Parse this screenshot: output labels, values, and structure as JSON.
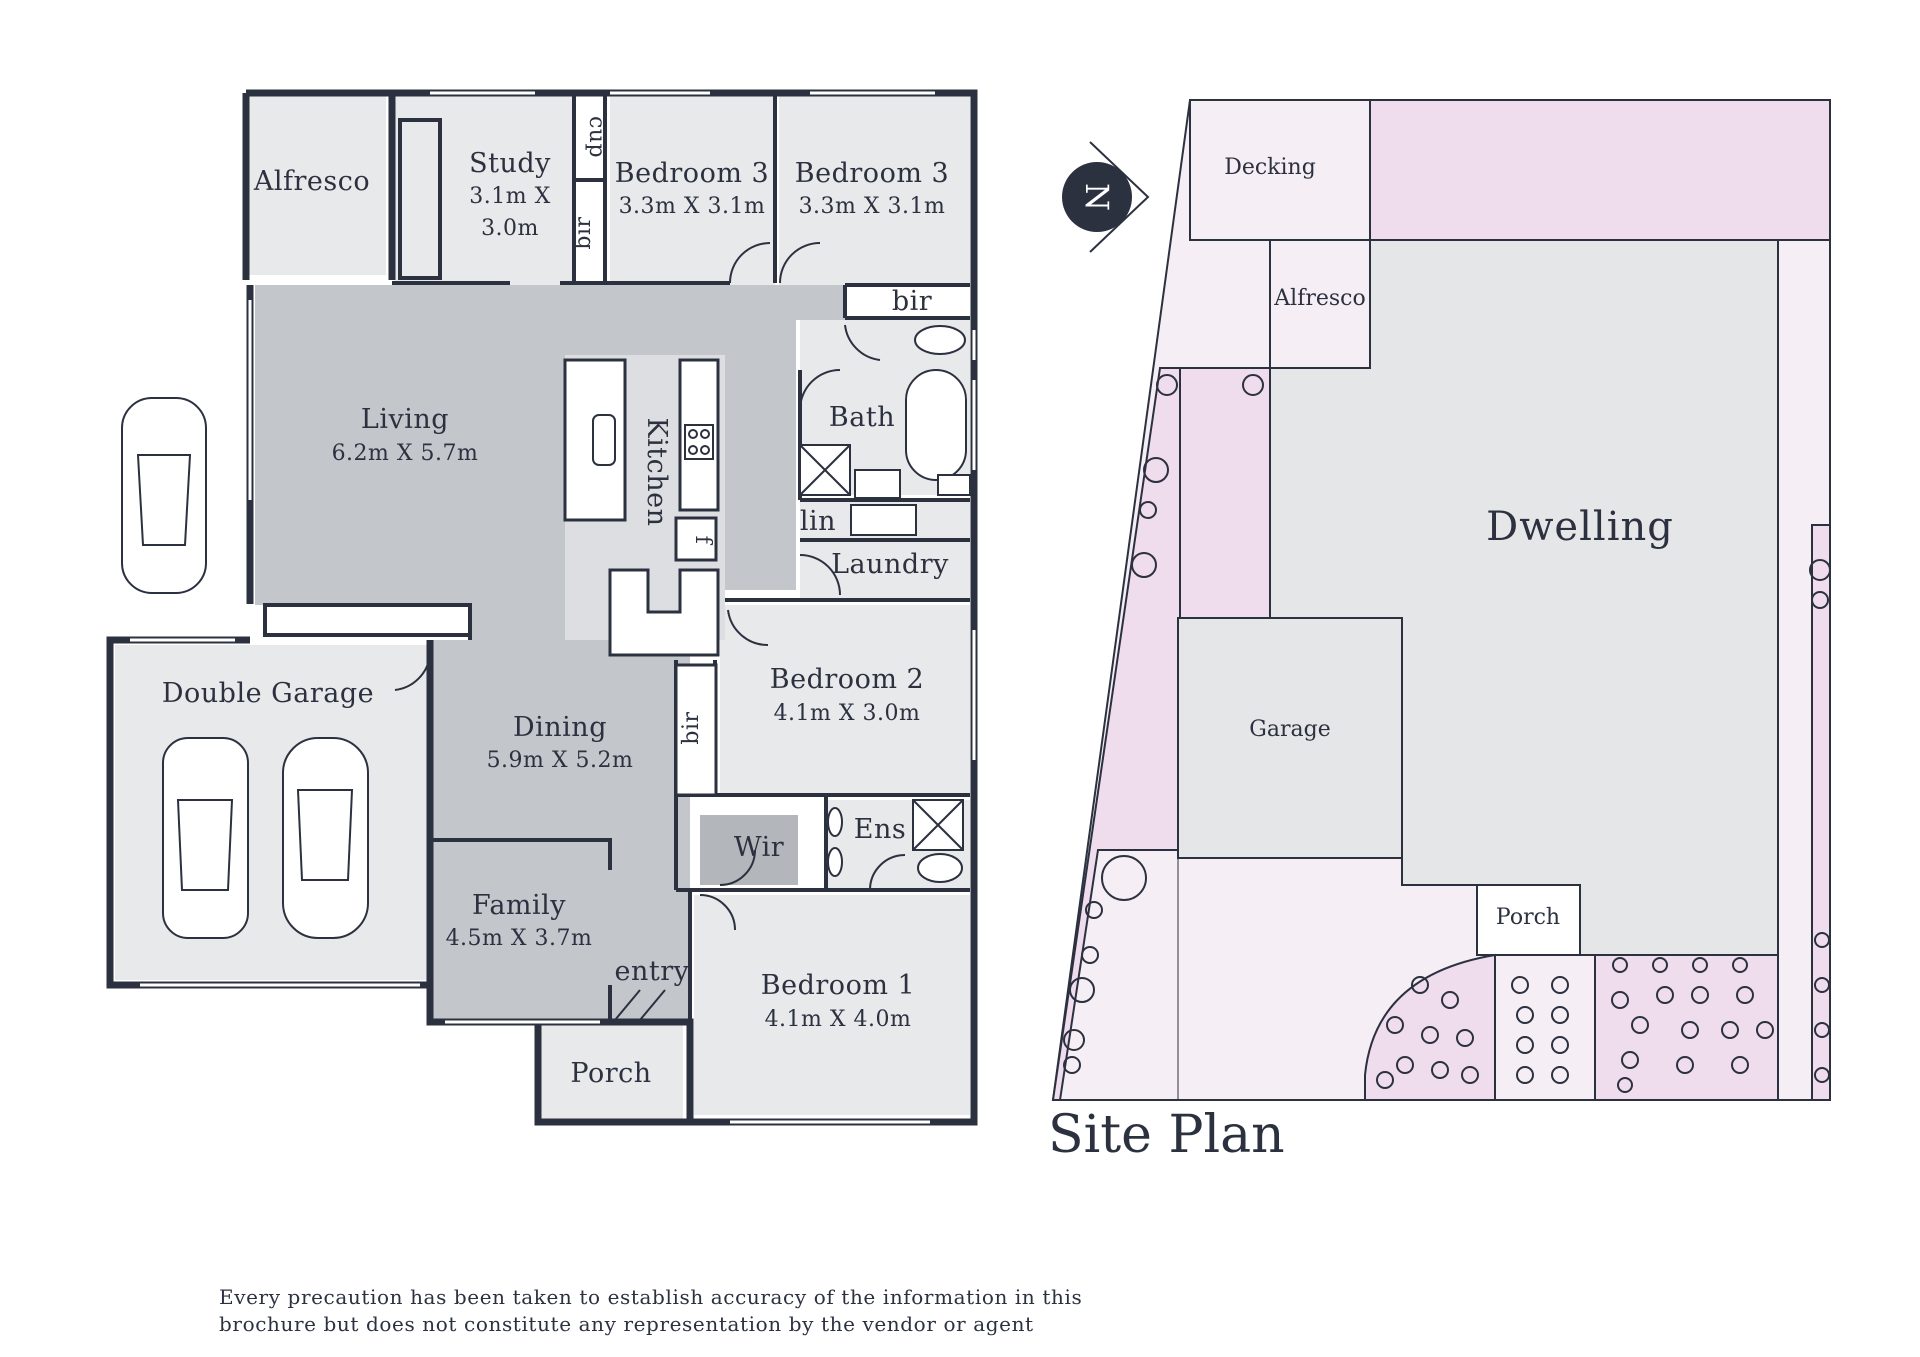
{
  "floor_plan": {
    "rooms": {
      "alfresco": {
        "name": "Alfresco"
      },
      "study": {
        "name": "Study",
        "dim_line1": "3.1m X",
        "dim_line2": "3.0m"
      },
      "bedroom3a": {
        "name": "Bedroom 3",
        "dim": "3.3m X 3.1m"
      },
      "bedroom3b": {
        "name": "Bedroom 3",
        "dim": "3.3m X 3.1m"
      },
      "living": {
        "name": "Living",
        "dim": "6.2m X 5.7m"
      },
      "kitchen": {
        "name": "Kitchen"
      },
      "bath": {
        "name": "Bath"
      },
      "laundry": {
        "name": "Laundry"
      },
      "bedroom2": {
        "name": "Bedroom 2",
        "dim": "4.1m X 3.0m"
      },
      "double_garage": {
        "name": "Double Garage"
      },
      "dining": {
        "name": "Dining",
        "dim": "5.9m X 5.2m"
      },
      "family": {
        "name": "Family",
        "dim": "4.5m X 3.7m"
      },
      "wir": {
        "name": "Wir"
      },
      "ens": {
        "name": "Ens"
      },
      "bedroom1": {
        "name": "Bedroom 1",
        "dim": "4.1m X 4.0m"
      },
      "porch": {
        "name": "Porch"
      }
    },
    "labels": {
      "cup": "cup",
      "bir_study": "bir",
      "bir_hall": "bir",
      "bir_bed2": "bir",
      "lin": "lin",
      "fridge": "f",
      "entry": "entry"
    }
  },
  "site_plan": {
    "title": "Site Plan",
    "north_label": "N",
    "labels": {
      "decking": "Decking",
      "alfresco": "Alfresco",
      "dwelling": "Dwelling",
      "garage": "Garage",
      "porch": "Porch"
    }
  },
  "disclaimer": {
    "line1": "Every precaution has been taken to establish accuracy of the information in this",
    "line2": "brochure but does not constitute any representation by the vendor or agent"
  },
  "colors": {
    "wall": "#2c3140",
    "living_grey": "#c3c6cb",
    "room_grey": "#e8e9eb",
    "kitchen_light": "#dcdee1",
    "wir_grey": "#b3b6bb",
    "site_pink_light": "#f6eef5",
    "site_pink": "#efdcec",
    "site_grey": "#e5e6e8"
  }
}
